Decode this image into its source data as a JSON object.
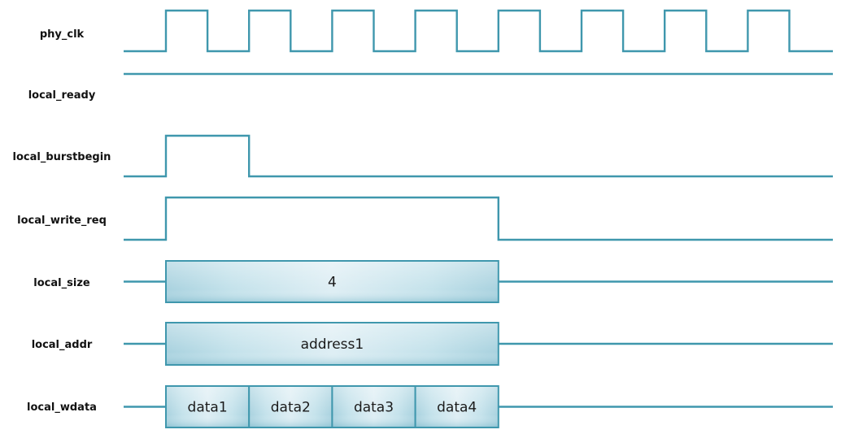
{
  "colors": {
    "wave": "#3f97ad",
    "bus_fill_light": "#dcedf3",
    "bus_fill_mid": "#bcdde8",
    "bus_fill_dark": "#9ccbdb",
    "label": "#111111",
    "background": "#ffffff"
  },
  "timing_period_count": 8,
  "signals": [
    {
      "id": "phy_clk",
      "label": "phy_clk",
      "kind": "clock"
    },
    {
      "id": "local_ready",
      "label": "local_ready",
      "kind": "level",
      "level": "high"
    },
    {
      "id": "local_burstbegin",
      "label": "local_burstbegin",
      "kind": "pulse",
      "high_from_cycle": 0,
      "high_to_cycle": 1
    },
    {
      "id": "local_write_req",
      "label": "local_write_req",
      "kind": "pulse",
      "high_from_cycle": 0,
      "high_to_cycle": 4
    },
    {
      "id": "local_size",
      "label": "local_size",
      "kind": "bus",
      "segments": [
        {
          "from_cycle": 0,
          "to_cycle": 4,
          "value": "4"
        }
      ]
    },
    {
      "id": "local_addr",
      "label": "local_addr",
      "kind": "bus",
      "segments": [
        {
          "from_cycle": 0,
          "to_cycle": 4,
          "value": "address1"
        }
      ]
    },
    {
      "id": "local_wdata",
      "label": "local_wdata",
      "kind": "bus",
      "segments": [
        {
          "from_cycle": 0,
          "to_cycle": 1,
          "value": "data1"
        },
        {
          "from_cycle": 1,
          "to_cycle": 2,
          "value": "data2"
        },
        {
          "from_cycle": 2,
          "to_cycle": 3,
          "value": "data3"
        },
        {
          "from_cycle": 3,
          "to_cycle": 4,
          "value": "data4"
        }
      ]
    }
  ]
}
